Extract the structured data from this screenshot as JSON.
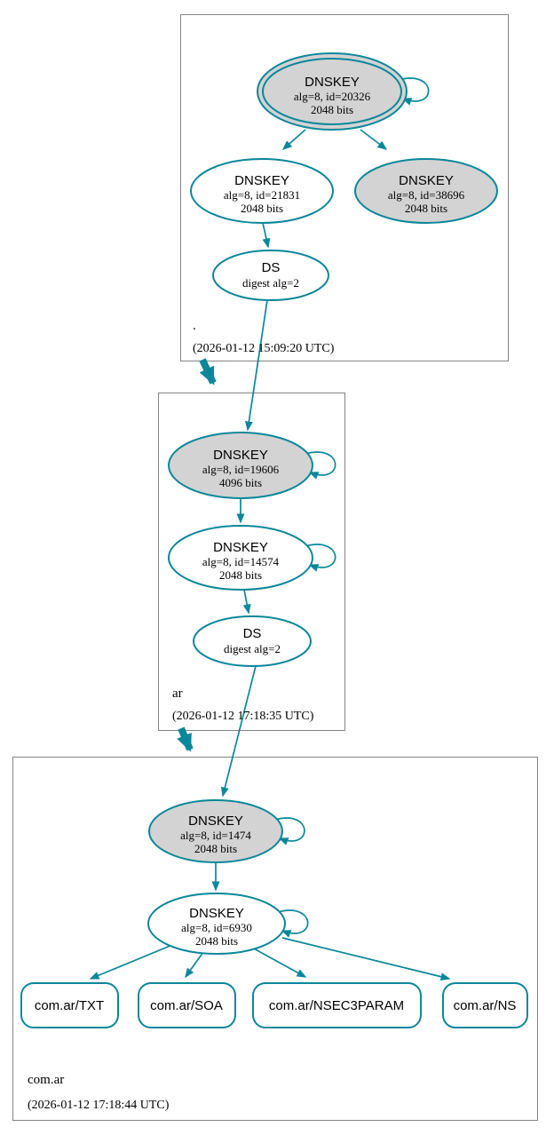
{
  "colors": {
    "accent": "#0a879a",
    "node_fill_gray": "#d3d3d3",
    "node_fill_white": "#ffffff",
    "zone_border": "#848484",
    "text": "#000000"
  },
  "zones": [
    {
      "name": ".",
      "timestamp": "(2026-01-12 15:09:20 UTC)",
      "nodes": {
        "ksk": {
          "title": "DNSKEY",
          "detail1": "alg=8, id=20326",
          "detail2": "2048 bits"
        },
        "zsk": {
          "title": "DNSKEY",
          "detail1": "alg=8, id=21831",
          "detail2": "2048 bits"
        },
        "extra": {
          "title": "DNSKEY",
          "detail1": "alg=8, id=38696",
          "detail2": "2048 bits"
        },
        "ds": {
          "title": "DS",
          "detail1": "digest alg=2"
        }
      }
    },
    {
      "name": "ar",
      "timestamp": "(2026-01-12 17:18:35 UTC)",
      "nodes": {
        "ksk": {
          "title": "DNSKEY",
          "detail1": "alg=8, id=19606",
          "detail2": "4096 bits"
        },
        "zsk": {
          "title": "DNSKEY",
          "detail1": "alg=8, id=14574",
          "detail2": "2048 bits"
        },
        "ds": {
          "title": "DS",
          "detail1": "digest alg=2"
        }
      }
    },
    {
      "name": "com.ar",
      "timestamp": "(2026-01-12 17:18:44 UTC)",
      "nodes": {
        "ksk": {
          "title": "DNSKEY",
          "detail1": "alg=8, id=1474",
          "detail2": "2048 bits"
        },
        "zsk": {
          "title": "DNSKEY",
          "detail1": "alg=8, id=6930",
          "detail2": "2048 bits"
        }
      },
      "rrsets": [
        {
          "label": "com.ar/TXT"
        },
        {
          "label": "com.ar/SOA"
        },
        {
          "label": "com.ar/NSEC3PARAM"
        },
        {
          "label": "com.ar/NS"
        }
      ]
    }
  ]
}
